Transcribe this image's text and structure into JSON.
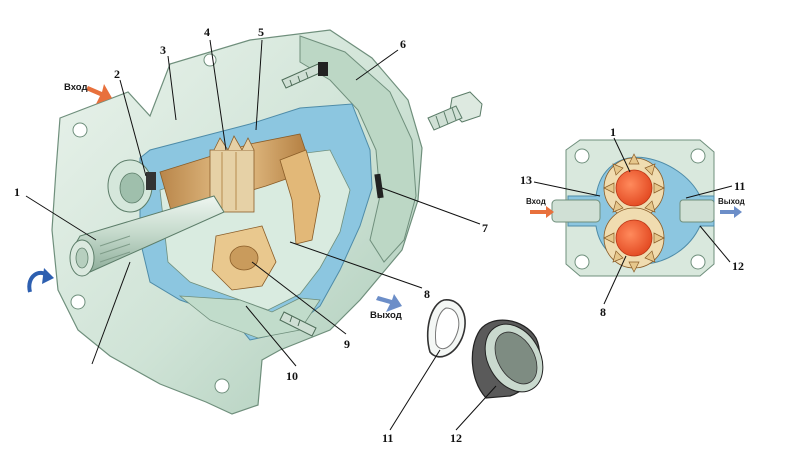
{
  "diagram": {
    "flow_labels": {
      "inlet": "Вход",
      "outlet": "Выход",
      "section_inlet": "Вход",
      "section_outlet": "Выход"
    },
    "callouts": [
      "1",
      "2",
      "3",
      "4",
      "5",
      "6",
      "7",
      "8",
      "9",
      "10",
      "11",
      "12"
    ],
    "section_callouts": [
      "1",
      "13",
      "11",
      "12",
      "8"
    ],
    "colors": {
      "housing": "#cfe3d6",
      "housing_shade": "#a9c9b6",
      "cut_face": "#8cc6e0",
      "brass": "#d8a86a",
      "gear_rotor": "#f0562c",
      "arrow_in": "#e8703c",
      "arrow_out": "#6c8ec8",
      "rotation_arrow": "#2d5fb0"
    }
  }
}
